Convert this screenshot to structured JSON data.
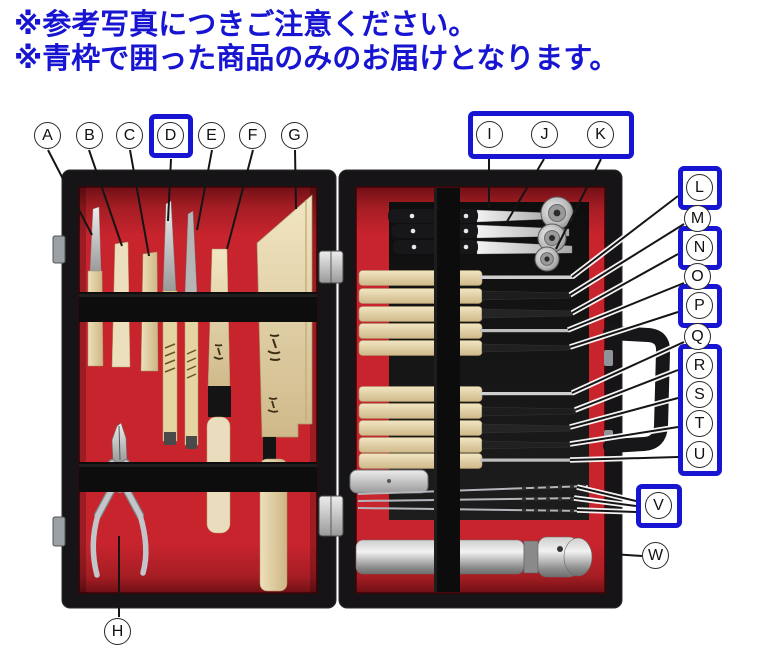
{
  "notice": {
    "line1": "※参考写真につきご注意ください。",
    "line2": "※青枠で囲った商品のみのお届けとなります。"
  },
  "colors": {
    "annotation_blue": "#1715d2",
    "notice_text_blue": "#1715d2",
    "label_outline": "#2a2a2a",
    "leader_line": "#151515",
    "case_black": "#161417",
    "interior_red": "#c8242d",
    "strap_black": "#0e0d0d",
    "wood_cream": "#e6d4a4",
    "metal_silver": "#c9c9c9"
  },
  "labels": {
    "items": [
      {
        "letter": "A",
        "blue_boxed": false
      },
      {
        "letter": "B",
        "blue_boxed": false
      },
      {
        "letter": "C",
        "blue_boxed": false
      },
      {
        "letter": "D",
        "blue_boxed": true
      },
      {
        "letter": "E",
        "blue_boxed": false
      },
      {
        "letter": "F",
        "blue_boxed": false
      },
      {
        "letter": "G",
        "blue_boxed": false
      },
      {
        "letter": "H",
        "blue_boxed": false
      },
      {
        "letter": "I",
        "blue_boxed": true
      },
      {
        "letter": "J",
        "blue_boxed": true
      },
      {
        "letter": "K",
        "blue_boxed": true
      },
      {
        "letter": "L",
        "blue_boxed": true
      },
      {
        "letter": "M",
        "blue_boxed": false
      },
      {
        "letter": "N",
        "blue_boxed": true
      },
      {
        "letter": "O",
        "blue_boxed": false
      },
      {
        "letter": "P",
        "blue_boxed": true
      },
      {
        "letter": "Q",
        "blue_boxed": false
      },
      {
        "letter": "R",
        "blue_boxed": true
      },
      {
        "letter": "S",
        "blue_boxed": true
      },
      {
        "letter": "T",
        "blue_boxed": true
      },
      {
        "letter": "U",
        "blue_boxed": true
      },
      {
        "letter": "V",
        "blue_boxed": true
      },
      {
        "letter": "W",
        "blue_boxed": false
      }
    ]
  }
}
